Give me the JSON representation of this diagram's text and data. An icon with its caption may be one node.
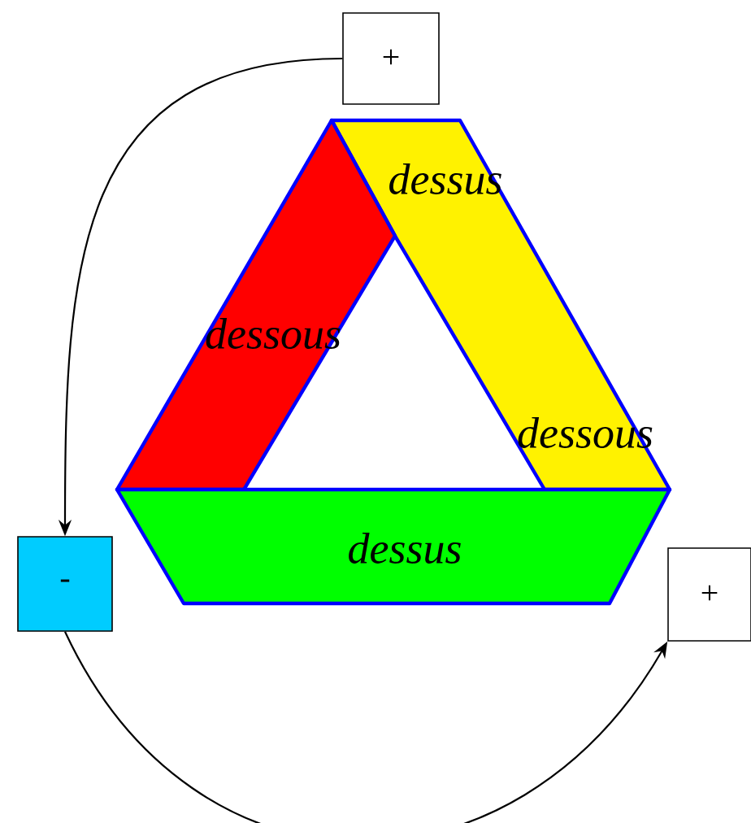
{
  "diagram": {
    "nodes": [
      {
        "text": [
          "+"
        ]
      },
      {
        "text": [
          "dessous"
        ]
      },
      {
        "text": [
          "dessus",
          "dessous"
        ]
      },
      {
        "text": [
          "-"
        ]
      },
      {
        "text": [
          "dessus"
        ]
      },
      {
        "text": [
          "+"
        ]
      }
    ],
    "edges": [
      {
        "from": 0,
        "to": 3,
        "arrow": "to"
      },
      {
        "from": 3,
        "to": 5,
        "arrow": "to"
      }
    ]
  }
}
